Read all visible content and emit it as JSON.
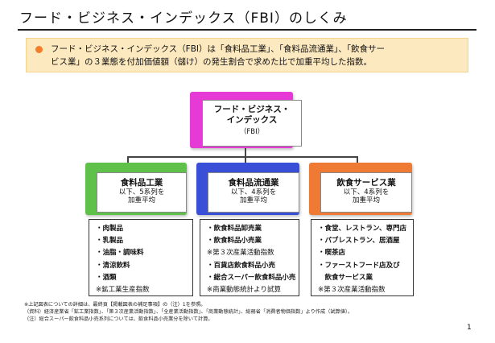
{
  "title": "フード・ビジネス・インデックス（FBI）のしくみ",
  "summary": {
    "line1": "フード・ビジネス・インデックス（FBI）は「食料品工業」、「食料品流通業」、「飲食サー",
    "line2": "ビス業」の３業態を付加価値額（儲け）の発生割合で求めた比で加重平均した指数。"
  },
  "root": {
    "line1": "フード・ビジネス・",
    "line2": "インデックス",
    "line3": "（FBI）"
  },
  "categories": [
    {
      "name": "食料品工業",
      "sub1": "以下、5系列を",
      "sub2": "加重平均",
      "items": [
        "・肉製品",
        "・乳製品",
        "・油脂・調味料",
        "・清涼飲料",
        "・酒類",
        "※鉱工業生産指数"
      ]
    },
    {
      "name": "食料品流通業",
      "sub1": "以下、4系列を",
      "sub2": "加重平均",
      "items": [
        "・飲食料品卸売業",
        "・飲食料品小売業",
        "※第３次産業活動指数",
        "・百貨店飲食料品小売",
        "・総合スーパー飲食料品小売",
        "※商業動態統計より試算"
      ]
    },
    {
      "name": "飲食サービス業",
      "sub1": "以下、4系列を",
      "sub2": "加重平均",
      "items": [
        "・食堂、レストラン、専門店",
        "・パブレストラン、居酒屋",
        "・喫茶店",
        "・ファーストフード店及び",
        "　飲食サービス業",
        "※第３次産業活動指数"
      ]
    }
  ],
  "footnotes": [
    "※上記図表についての詳細は、最終頁【掲載図表の補足事項】の（注）1を参照。",
    "（資料）経済産業省「鉱工業指数」、「第３次産業活動指数」、「全産業活動指数」、「商業動態統計」、総務省「消費者物価指数」より作成（試算値）。",
    "（注）総合スーパー飲食料品小売系列については、飲食料品小売業分を除いて計算。"
  ],
  "page_number": "1",
  "colors": {
    "root": "#e63ad6",
    "cat1": "#5fc04a",
    "cat2": "#3a4fd8",
    "cat3": "#ef7a33",
    "summary_bg": "#fde9bf",
    "bullet": "#f27d2a"
  }
}
